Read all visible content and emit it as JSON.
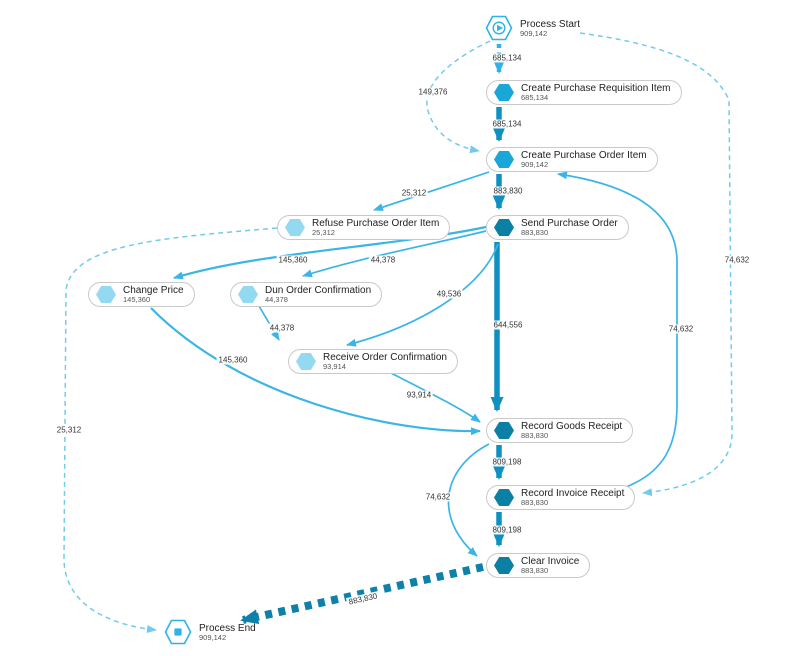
{
  "diagram_type": "process-mining-flow",
  "colors": {
    "activity_high_freq": "#0b7fa4",
    "activity_mid_freq": "#1aa7d8",
    "activity_low_freq": "#93d9f1",
    "edge_thick_solid": "#1090c0",
    "edge_thin_solid": "#3ab5e6",
    "edge_dashed_light": "#70cbee",
    "edge_start_dashed": "#2fb3e6",
    "edge_end_dotted": "#0d81aa"
  },
  "nodes": [
    {
      "id": "start",
      "type": "start",
      "title": "Process Start",
      "count": "909,142"
    },
    {
      "id": "cpri",
      "type": "activity",
      "title": "Create Purchase Requisition Item",
      "count": "685,134"
    },
    {
      "id": "cpoi",
      "type": "activity",
      "title": "Create Purchase Order Item",
      "count": "909,142"
    },
    {
      "id": "refuse",
      "type": "activity",
      "title": "Refuse Purchase Order Item",
      "count": "25,312"
    },
    {
      "id": "spo",
      "type": "activity",
      "title": "Send Purchase Order",
      "count": "883,830"
    },
    {
      "id": "cp",
      "type": "activity",
      "title": "Change Price",
      "count": "145,360"
    },
    {
      "id": "doc",
      "type": "activity",
      "title": "Dun Order Confirmation",
      "count": "44,378"
    },
    {
      "id": "roc",
      "type": "activity",
      "title": "Receive Order Confirmation",
      "count": "93,914"
    },
    {
      "id": "rgr",
      "type": "activity",
      "title": "Record Goods Receipt",
      "count": "883,830"
    },
    {
      "id": "rir",
      "type": "activity",
      "title": "Record Invoice Receipt",
      "count": "883,830"
    },
    {
      "id": "ci",
      "type": "activity",
      "title": "Clear Invoice",
      "count": "883,830"
    },
    {
      "id": "end",
      "type": "end",
      "title": "Process End",
      "count": "909,142"
    }
  ],
  "edges": [
    {
      "from": "Process Start",
      "to": "Create Purchase Requisition Item",
      "count": "685,134",
      "style": "dashed"
    },
    {
      "from": "Create Purchase Requisition Item",
      "to": "Create Purchase Order Item",
      "count": "685,134",
      "style": "solid"
    },
    {
      "from": "Create Purchase Order Item",
      "to": "Send Purchase Order",
      "count": "883,830",
      "style": "solid"
    },
    {
      "from": "Send Purchase Order",
      "to": "Record Goods Receipt",
      "count": "644,556",
      "style": "solid"
    },
    {
      "from": "Create Purchase Order Item",
      "to": "Refuse Purchase Order Item",
      "count": "25,312",
      "style": "solid"
    },
    {
      "from": "Send Purchase Order",
      "to": "Change Price",
      "count": "145,360",
      "style": "solid"
    },
    {
      "from": "Send Purchase Order",
      "to": "Dun Order Confirmation",
      "count": "44,378",
      "style": "solid"
    },
    {
      "from": "Send Purchase Order",
      "to": "Receive Order Confirmation",
      "count": "49,536",
      "style": "solid"
    },
    {
      "from": "Dun Order Confirmation",
      "to": "Receive Order Confirmation",
      "count": "44,378",
      "style": "solid"
    },
    {
      "from": "Change Price",
      "to": "Record Goods Receipt",
      "count": "145,360",
      "style": "solid"
    },
    {
      "from": "Receive Order Confirmation",
      "to": "Record Goods Receipt",
      "count": "93,914",
      "style": "solid"
    },
    {
      "from": "Record Goods Receipt",
      "to": "Record Invoice Receipt",
      "count": "809,198",
      "style": "solid"
    },
    {
      "from": "Record Invoice Receipt",
      "to": "Clear Invoice",
      "count": "809,198",
      "style": "solid"
    },
    {
      "from": "Record Goods Receipt",
      "to": "Clear Invoice",
      "count": "74,632",
      "style": "solid"
    },
    {
      "from": "Record Invoice Receipt",
      "to": "Create Purchase Order Item",
      "count": "74,632",
      "style": "solid"
    },
    {
      "from": "Process Start",
      "to": "Record Invoice Receipt",
      "count": "74,632",
      "style": "dashed"
    },
    {
      "from": "Process Start",
      "to": "Create Purchase Order Item",
      "count": "149,376",
      "style": "dashed"
    },
    {
      "from": "Refuse Purchase Order Item",
      "to": "Process End",
      "count": "25,312",
      "style": "dashed"
    },
    {
      "from": "Clear Invoice",
      "to": "Process End",
      "count": "883,830",
      "style": "dotted-thick"
    }
  ]
}
